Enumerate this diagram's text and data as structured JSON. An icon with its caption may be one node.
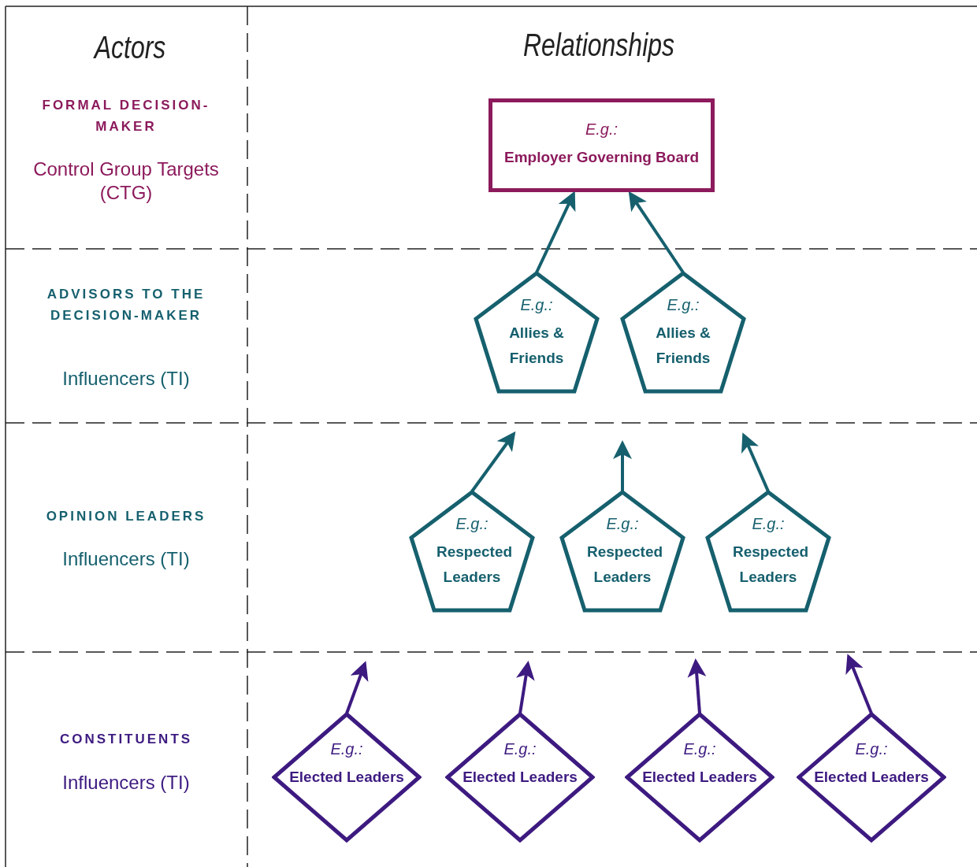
{
  "diagram": {
    "nodes": [
      {
        "text": [
          "E.g.:",
          "Employer Governing Board"
        ]
      },
      {
        "text": [
          "E.g.:",
          "Allies & Friends"
        ]
      },
      {
        "text": [
          "E.g.:",
          "Allies & Friends"
        ]
      },
      {
        "text": [
          "E.g.:",
          "Respected Leaders"
        ]
      },
      {
        "text": [
          "E.g.:",
          "Respected Leaders"
        ]
      },
      {
        "text": [
          "E.g.:",
          "Respected Leaders"
        ]
      },
      {
        "text": [
          "E.g.:",
          "Elected Leaders"
        ]
      },
      {
        "text": [
          "E.g.:",
          "Elected Leaders"
        ]
      },
      {
        "text": [
          "E.g.:",
          "Elected Leaders"
        ]
      },
      {
        "text": [
          "E.g.:",
          "Elected Leaders"
        ]
      }
    ],
    "edges": [
      {
        "from": 1,
        "to": 0,
        "arrow": "to"
      },
      {
        "from": 2,
        "to": 0,
        "arrow": "to"
      },
      {
        "from": 3,
        "to": null,
        "arrow": "to"
      },
      {
        "from": 4,
        "to": null,
        "arrow": "to"
      },
      {
        "from": 5,
        "to": null,
        "arrow": "to"
      },
      {
        "from": 6,
        "to": null,
        "arrow": "to",
        "color": "#3d1a80"
      },
      {
        "from": 7,
        "to": null,
        "arrow": "to",
        "color": "#3d1a80"
      },
      {
        "from": 8,
        "to": null,
        "arrow": "to",
        "color": "#3d1a80"
      },
      {
        "from": 9,
        "to": null,
        "arrow": "to",
        "color": "#3d1a80"
      }
    ],
    "labels": [
      "Actors",
      "Relationships",
      "FORMAL DECISION-MAKER",
      "Control Group Targets (CTG)",
      "ADVISORS TO THE DECISION-MAKER",
      "Influencers (TI)",
      "OPINION LEADERS",
      "Influencers (TI)",
      "CONSTITUENTS",
      "Influencers (TI)"
    ]
  }
}
